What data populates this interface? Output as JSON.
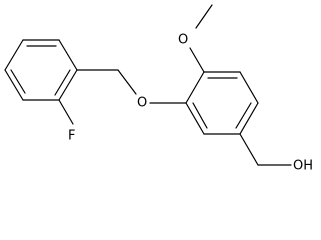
{
  "molecule": {
    "atoms": {
      "fluorine": "F",
      "ether_oxygen": "O",
      "methoxy_oxygen": "O",
      "hydroxyl": "OH"
    }
  },
  "colors": {
    "bond": "#000000",
    "label": "#000000",
    "background": "#ffffff"
  }
}
